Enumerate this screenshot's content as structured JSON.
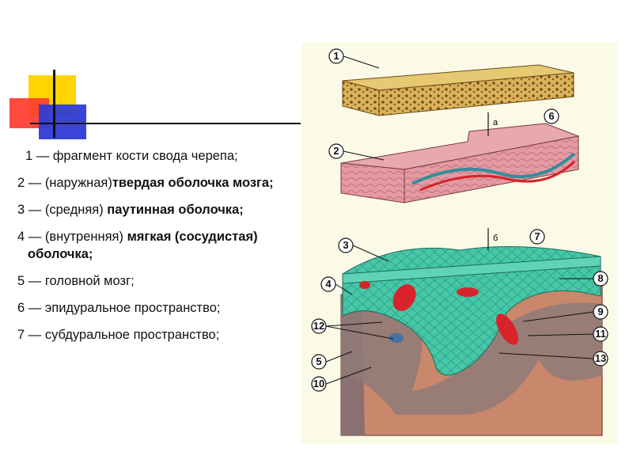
{
  "legend": [
    {
      "num": "1 — ",
      "plain": "фрагмент кости свода черепа;",
      "bold": ""
    },
    {
      "num": "2 — ",
      "plain": "(наружная)",
      "bold": "твердая оболочка мозга;"
    },
    {
      "num": "3 — ",
      "plain": "(средняя) ",
      "bold": "паутинная оболочка;"
    },
    {
      "num": "4 — ",
      "plain": "(внутренняя) ",
      "bold": "мягкая (сосудистая) оболочка;"
    },
    {
      "num": "5 — ",
      "plain": "головной мозг;",
      "bold": ""
    },
    {
      "num": "6 — ",
      "plain": "эпидуральное пространство;",
      "bold": ""
    },
    {
      "num": "7 — ",
      "plain": "субдуральное пространство;",
      "bold": ""
    }
  ],
  "figure": {
    "callouts": [
      "1",
      "2",
      "3",
      "4",
      "5",
      "6",
      "7",
      "8",
      "9",
      "10",
      "11",
      "12",
      "13"
    ],
    "arrow_labels": {
      "a": "а",
      "b": "б"
    }
  },
  "colors": {
    "bone": "#d9b35a",
    "dura": "#d98c95",
    "arachnoid": "#3ec2a3",
    "brain": "#c9876b",
    "vessel": "#d8232a",
    "accent_blue": "#2f3bd6",
    "accent_yellow": "#ffd400",
    "accent_red": "#ff3b2f"
  }
}
